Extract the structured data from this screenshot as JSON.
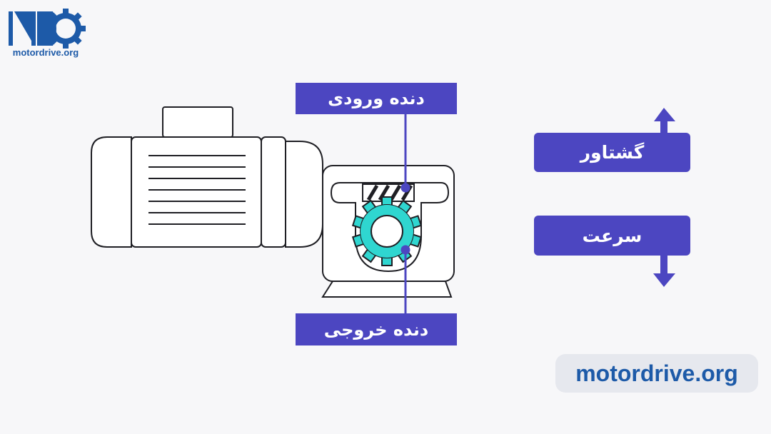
{
  "logo": {
    "text": "motordrive.org"
  },
  "labels": {
    "input_gear": "دنده ورودی",
    "output_gear": "دنده خروجی",
    "torque": "گشتاور",
    "speed": "سرعت"
  },
  "watermark": {
    "text": "motordrive.org"
  },
  "colors": {
    "label_bg": "#4c46c1",
    "gear": "#2fd6d0",
    "brand": "#1d5aa8",
    "outline": "#1f1f24"
  }
}
